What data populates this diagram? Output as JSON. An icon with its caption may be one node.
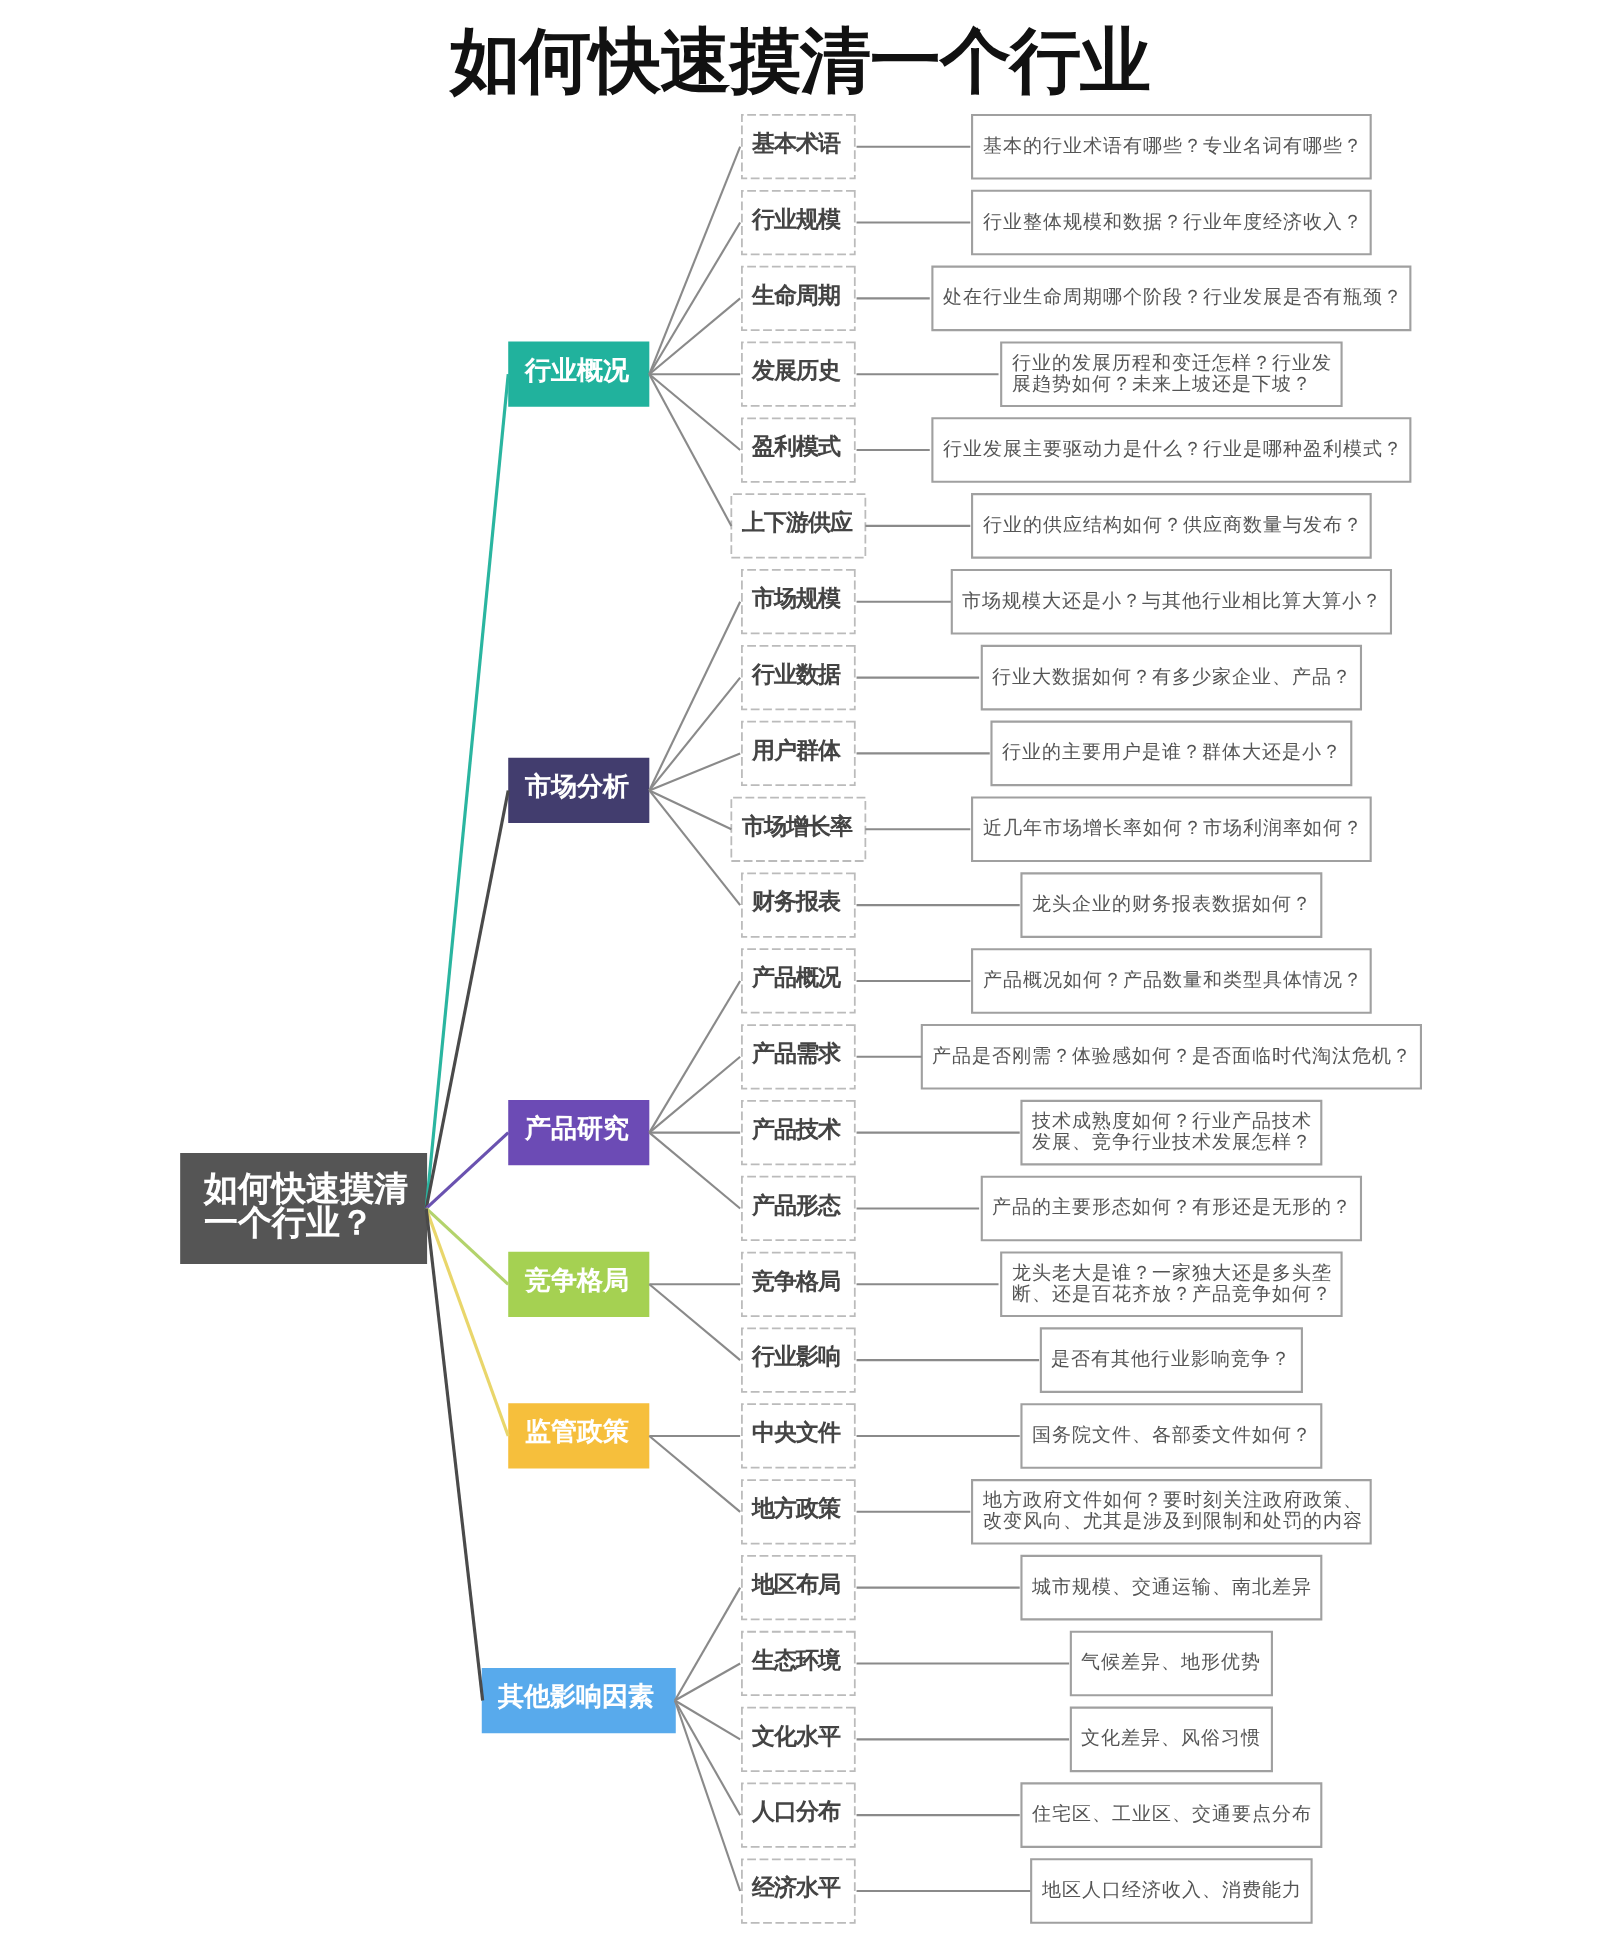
{
  "diagram": {
    "title": "如何快速摸清一个行业",
    "nodes": [
      {
        "text": [
          "如何快速摸清一个行业？"
        ]
      },
      {
        "text": [
          "行业概况"
        ]
      },
      {
        "text": [
          "基本术语"
        ]
      },
      {
        "text": [
          "基本的行业术语有哪些？专业名词有哪些？"
        ]
      },
      {
        "text": [
          "行业规模"
        ]
      },
      {
        "text": [
          "行业整体规模和数据？行业年度经济收入？"
        ]
      },
      {
        "text": [
          "生命周期"
        ]
      },
      {
        "text": [
          "处在行业生命周期哪个阶段？行业发展是否有瓶颈？"
        ]
      },
      {
        "text": [
          "发展历史"
        ]
      },
      {
        "text": [
          "行业的发展历程和变迁怎样？行业发展趋势如何？未来上坡还是下坡？"
        ]
      },
      {
        "text": [
          "盈利模式"
        ]
      },
      {
        "text": [
          "行业发展主要驱动力是什么？行业是哪种盈利模式？"
        ]
      },
      {
        "text": [
          "上下游供应"
        ]
      },
      {
        "text": [
          "行业的供应结构如何？供应商数量与发布？"
        ]
      },
      {
        "text": [
          "市场分析"
        ]
      },
      {
        "text": [
          "市场规模"
        ]
      },
      {
        "text": [
          "市场规模大还是小？与其他行业相比算大算小？"
        ]
      },
      {
        "text": [
          "行业数据"
        ]
      },
      {
        "text": [
          "行业大数据如何？有多少家企业、产品？"
        ]
      },
      {
        "text": [
          "用户群体"
        ]
      },
      {
        "text": [
          "行业的主要用户是谁？群体大还是小？"
        ]
      },
      {
        "text": [
          "市场增长率"
        ]
      },
      {
        "text": [
          "近几年市场增长率如何？市场利润率如何？"
        ]
      },
      {
        "text": [
          "财务报表"
        ]
      },
      {
        "text": [
          "龙头企业的财务报表数据如何？"
        ]
      },
      {
        "text": [
          "产品研究"
        ]
      },
      {
        "text": [
          "产品概况"
        ]
      },
      {
        "text": [
          "产品概况如何？产品数量和类型具体情况？"
        ]
      },
      {
        "text": [
          "产品需求"
        ]
      },
      {
        "text": [
          "产品是否刚需？体验感如何？是否面临时代淘汰危机？"
        ]
      },
      {
        "text": [
          "产品技术"
        ]
      },
      {
        "text": [
          "技术成熟度如何？行业产品技术发展、竞争行业技术发展怎样？"
        ]
      },
      {
        "text": [
          "产品形态"
        ]
      },
      {
        "text": [
          "产品的主要形态如何？有形还是无形的？"
        ]
      },
      {
        "text": [
          "竞争格局"
        ]
      },
      {
        "text": [
          "竞争格局"
        ]
      },
      {
        "text": [
          "龙头老大是谁？一家独大还是多头垄断、还是百花齐放？产品竞争如何？"
        ]
      },
      {
        "text": [
          "行业影响"
        ]
      },
      {
        "text": [
          "是否有其他行业影响竞争？"
        ]
      },
      {
        "text": [
          "监管政策"
        ]
      },
      {
        "text": [
          "中央文件"
        ]
      },
      {
        "text": [
          "国务院文件、各部委文件如何？"
        ]
      },
      {
        "text": [
          "地方政策"
        ]
      },
      {
        "text": [
          "地方政府文件如何？要时刻关注政府政策、改变风向、尤其是涉及到限制和处罚的内容"
        ]
      },
      {
        "text": [
          "其他影响因素"
        ]
      },
      {
        "text": [
          "地区布局"
        ]
      },
      {
        "text": [
          "城市规模、交通运输、南北差异"
        ]
      },
      {
        "text": [
          "生态环境"
        ]
      },
      {
        "text": [
          "气候差异、地形优势"
        ]
      },
      {
        "text": [
          "文化水平"
        ]
      },
      {
        "text": [
          "文化差异、风俗习惯"
        ]
      },
      {
        "text": [
          "人口分布"
        ]
      },
      {
        "text": [
          "住宅区、工业区、交通要点分布"
        ]
      },
      {
        "text": [
          "经济水平"
        ]
      },
      {
        "text": [
          "地区人口经济收入、消费能力"
        ]
      }
    ],
    "edges": [
      {
        "from": 0,
        "to": 1,
        "arrow": "none",
        "color": "#2ab5a0"
      },
      {
        "from": 1,
        "to": 2,
        "arrow": "none"
      },
      {
        "from": 2,
        "to": 3,
        "arrow": "none"
      },
      {
        "from": 1,
        "to": 4,
        "arrow": "none"
      },
      {
        "from": 4,
        "to": 5,
        "arrow": "none"
      },
      {
        "from": 1,
        "to": 6,
        "arrow": "none"
      },
      {
        "from": 6,
        "to": 7,
        "arrow": "none"
      },
      {
        "from": 1,
        "to": 8,
        "arrow": "none"
      },
      {
        "from": 8,
        "to": 9,
        "arrow": "none"
      },
      {
        "from": 1,
        "to": 10,
        "arrow": "none"
      },
      {
        "from": 10,
        "to": 11,
        "arrow": "none"
      },
      {
        "from": 1,
        "to": 12,
        "arrow": "none"
      },
      {
        "from": 12,
        "to": 13,
        "arrow": "none"
      },
      {
        "from": 0,
        "to": 14,
        "arrow": "none",
        "color": "#4a4a4a"
      },
      {
        "from": 14,
        "to": 15,
        "arrow": "none"
      },
      {
        "from": 15,
        "to": 16,
        "arrow": "none"
      },
      {
        "from": 14,
        "to": 17,
        "arrow": "none"
      },
      {
        "from": 17,
        "to": 18,
        "arrow": "none"
      },
      {
        "from": 14,
        "to": 19,
        "arrow": "none"
      },
      {
        "from": 19,
        "to": 20,
        "arrow": "none"
      },
      {
        "from": 14,
        "to": 21,
        "arrow": "none"
      },
      {
        "from": 21,
        "to": 22,
        "arrow": "none"
      },
      {
        "from": 14,
        "to": 23,
        "arrow": "none"
      },
      {
        "from": 23,
        "to": 24,
        "arrow": "none"
      },
      {
        "from": 0,
        "to": 25,
        "arrow": "none",
        "color": "#6a52b0"
      },
      {
        "from": 25,
        "to": 26,
        "arrow": "none"
      },
      {
        "from": 26,
        "to": 27,
        "arrow": "none"
      },
      {
        "from": 25,
        "to": 28,
        "arrow": "none"
      },
      {
        "from": 28,
        "to": 29,
        "arrow": "none"
      },
      {
        "from": 25,
        "to": 30,
        "arrow": "none"
      },
      {
        "from": 30,
        "to": 31,
        "arrow": "none"
      },
      {
        "from": 25,
        "to": 32,
        "arrow": "none"
      },
      {
        "from": 32,
        "to": 33,
        "arrow": "none"
      },
      {
        "from": 0,
        "to": 34,
        "arrow": "none",
        "color": "#b3d36c"
      },
      {
        "from": 34,
        "to": 35,
        "arrow": "none"
      },
      {
        "from": 35,
        "to": 36,
        "arrow": "none"
      },
      {
        "from": 34,
        "to": 37,
        "arrow": "none"
      },
      {
        "from": 37,
        "to": 38,
        "arrow": "none"
      },
      {
        "from": 0,
        "to": 39,
        "arrow": "none",
        "color": "#e9d66b"
      },
      {
        "from": 39,
        "to": 40,
        "arrow": "none"
      },
      {
        "from": 40,
        "to": 41,
        "arrow": "none"
      },
      {
        "from": 39,
        "to": 42,
        "arrow": "none"
      },
      {
        "from": 42,
        "to": 43,
        "arrow": "none"
      },
      {
        "from": 0,
        "to": 44,
        "arrow": "none",
        "color": "#4a4a4a"
      },
      {
        "from": 44,
        "to": 45,
        "arrow": "none"
      },
      {
        "from": 45,
        "to": 46,
        "arrow": "none"
      },
      {
        "from": 44,
        "to": 47,
        "arrow": "none"
      },
      {
        "from": 47,
        "to": 48,
        "arrow": "none"
      },
      {
        "from": 44,
        "to": 49,
        "arrow": "none"
      },
      {
        "from": 49,
        "to": 50,
        "arrow": "none"
      },
      {
        "from": 44,
        "to": 51,
        "arrow": "none"
      },
      {
        "from": 51,
        "to": 52,
        "arrow": "none"
      },
      {
        "from": 44,
        "to": 53,
        "arrow": "none"
      },
      {
        "from": 53,
        "to": 54,
        "arrow": "none"
      }
    ]
  }
}
